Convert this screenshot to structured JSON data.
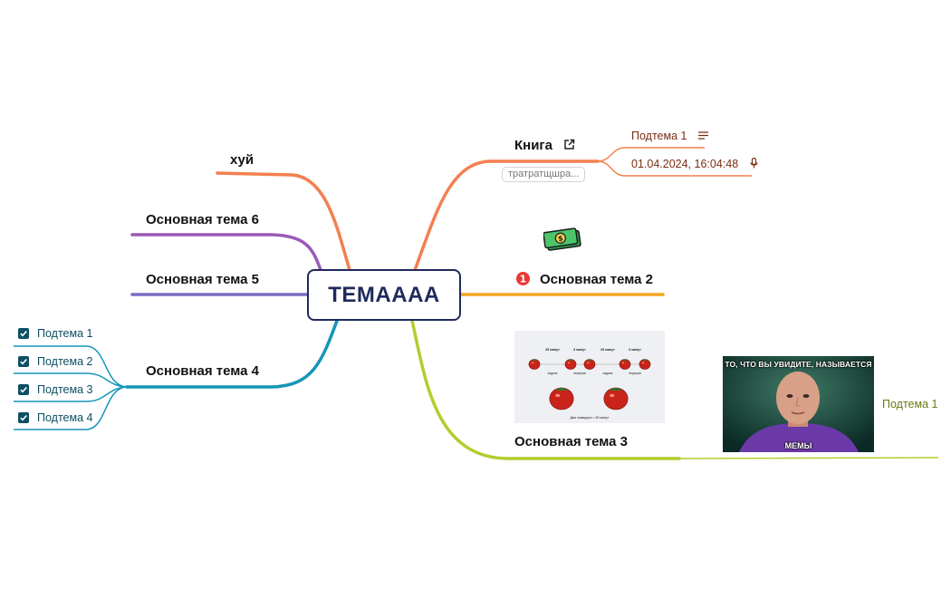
{
  "central": {
    "label": "ТЕМАААА"
  },
  "topics": {
    "t_huy": "хуй",
    "t6": "Основная тема 6",
    "t5": "Основная тема 5",
    "t4": "Основная тема 4",
    "t_kniga": "Книга",
    "t2": "Основная тема 2",
    "t3": "Основная тема 3"
  },
  "kniga": {
    "subtopic": "Подтема 1",
    "timestamp": "01.04.2024, 16:04:48",
    "note_preview": "тратратщшра..."
  },
  "topic4_subtopics": [
    "Подтема 1",
    "Подтема 2",
    "Подтема 3",
    "Подтема 4"
  ],
  "topic3": {
    "subtopic": "Подтема 1",
    "meme_caption_top": "ТО, ЧТО ВЫ УВИДИТЕ, НАЗЫВАЕТСЯ",
    "meme_caption_bottom": "МЕМЫ"
  },
  "pomodoro_image": {
    "row_labels": [
      "25 минут",
      "3 минут",
      "25 минут",
      "3 минут"
    ],
    "task_labels": [
      "задача",
      "перерыв",
      "задача",
      "перерыв"
    ],
    "footer": "Два помидора = 60 минут"
  },
  "icons": {
    "external_link": "external-link-icon",
    "notes": "notes-lines-icon",
    "audio": "microphone-icon",
    "priority": "priority-1-icon",
    "money": "money-banknote-icon",
    "checkbox": "checkbox-checked-icon"
  },
  "colors": {
    "central_border": "#1f2a5c",
    "orange": "#f47f4f",
    "purple": "#9b59b6",
    "indigo": "#7b6cc4",
    "teal": "#1596b8",
    "amber": "#f5a623",
    "lime": "#b5cc2e",
    "priority_red": "#e53935"
  }
}
